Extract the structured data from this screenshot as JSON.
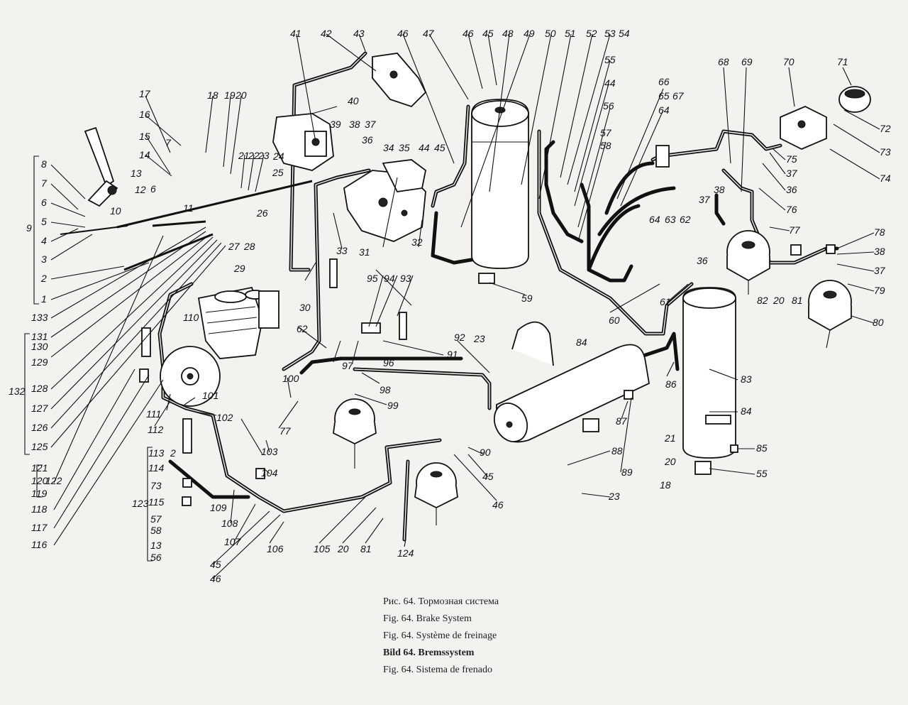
{
  "caption": {
    "ru": "Рис. 64. Тормозная система",
    "en": "Fig. 64. Brake System",
    "fr": "Fig. 64. Système de freinage",
    "de": "Bild 64. Bremssystem",
    "es": "Fig. 64. Sistema de frenado"
  },
  "labels": [
    "1",
    "2",
    "3",
    "4",
    "5",
    "6",
    "7",
    "8",
    "9",
    "10",
    "11",
    "12",
    "13",
    "14",
    "15",
    "16",
    "17",
    "18",
    "19",
    "20",
    "21",
    "22",
    "23",
    "24",
    "25",
    "26",
    "27",
    "28",
    "29",
    "30",
    "31",
    "32",
    "33",
    "34",
    "35",
    "36",
    "37",
    "38",
    "39",
    "40",
    "41",
    "42",
    "43",
    "44",
    "45",
    "46",
    "47",
    "48",
    "49",
    "50",
    "51",
    "52",
    "53",
    "54",
    "55",
    "56",
    "57",
    "58",
    "59",
    "60",
    "61",
    "62",
    "63",
    "64",
    "65",
    "66",
    "67",
    "68",
    "69",
    "70",
    "71",
    "72",
    "73",
    "74",
    "75",
    "76",
    "77",
    "78",
    "79",
    "80",
    "81",
    "82",
    "83",
    "84",
    "85",
    "86",
    "87",
    "88",
    "89",
    "90",
    "91",
    "92",
    "93",
    "94",
    "95",
    "96",
    "97",
    "98",
    "99",
    "100",
    "101",
    "102",
    "103",
    "104",
    "105",
    "106",
    "107",
    "108",
    "109",
    "110",
    "111",
    "112",
    "113",
    "114",
    "115",
    "116",
    "117",
    "118",
    "119",
    "120",
    "121",
    "122",
    "123",
    "124",
    "125",
    "126",
    "127",
    "128",
    "129",
    "130",
    "131",
    "132",
    "133"
  ]
}
